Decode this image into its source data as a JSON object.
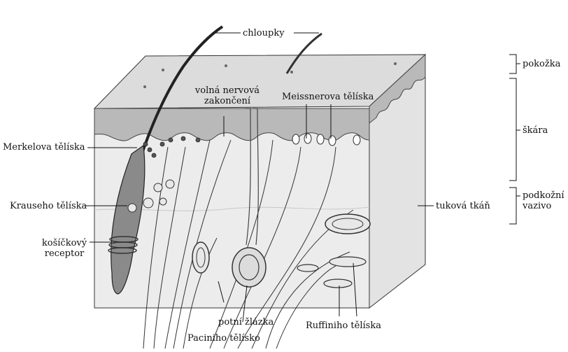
{
  "labels": {
    "hairs": "chloupky",
    "free_nerve_endings_l1": "volná nervová",
    "free_nerve_endings_l2": "zakončení",
    "meissner": "Meissnerova tělíska",
    "merkel": "Merkelova tělíska",
    "krause": "Krauseho tělíska",
    "basket_l1": "košíčkový",
    "basket_l2": "receptor",
    "sweat_gland": "potní žlázka",
    "pacini": "Paciniho tělísko",
    "ruffini": "Ruffiniho tělíska",
    "fat_tissue": "tuková tkáň"
  },
  "layers": {
    "epidermis": "pokožka",
    "dermis": "škára",
    "subcutis_l1": "podkožní",
    "subcutis_l2": "vazivo"
  },
  "colors": {
    "epidermis_fill": "#b9b9b9",
    "top_surface": "#dcdcdc",
    "tissue_fill": "#ececec",
    "side_fill": "#e3e3e3",
    "line": "#222222"
  }
}
